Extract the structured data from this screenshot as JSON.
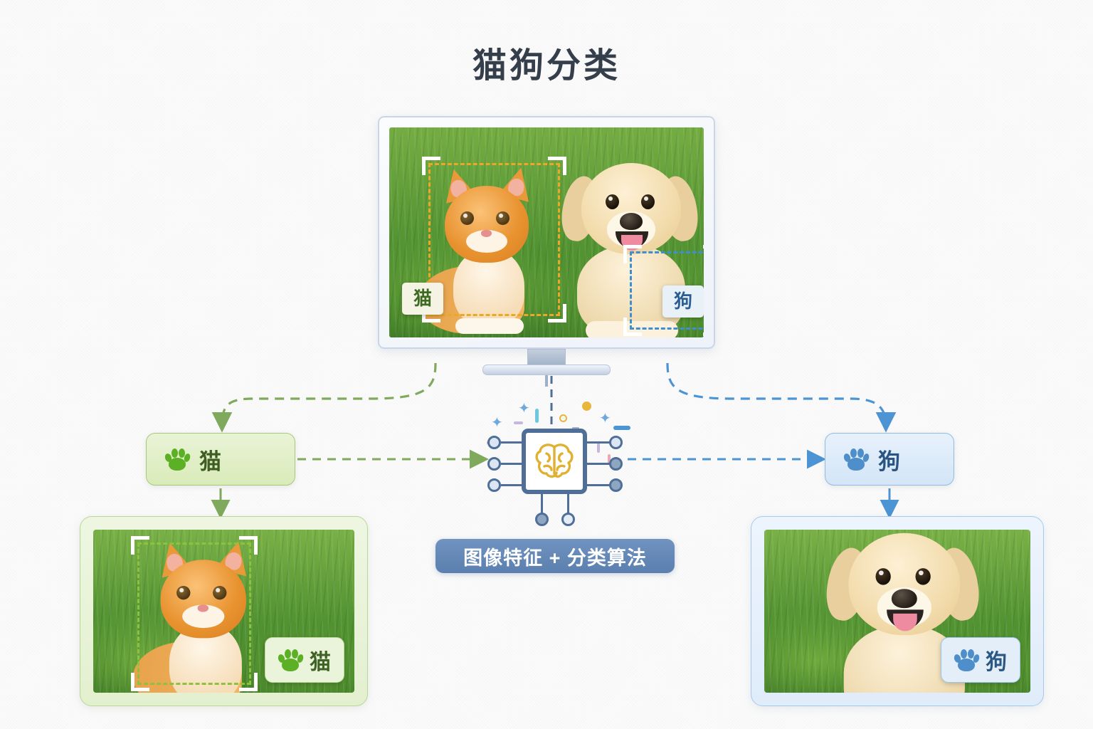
{
  "page": {
    "title": "猫狗分类",
    "background_color": "#fbfbfb"
  },
  "monitor": {
    "name": "display-monitor",
    "detections": [
      {
        "label": "猫",
        "box_color": "#e9a826",
        "label_bg": "#f4f3e4",
        "label_fg": "#3e6b22"
      },
      {
        "label": "狗",
        "box_color": "#3f8fd0",
        "label_bg": "#e9f1f8",
        "label_fg": "#2a5e93"
      }
    ]
  },
  "branches": {
    "cat": {
      "badge_label": "猫",
      "badge_icon": "paw-icon",
      "accent": "#5cb025",
      "card_label": "猫",
      "detection_box_color": "#8cc23d"
    },
    "dog": {
      "badge_label": "狗",
      "badge_icon": "paw-icon",
      "accent": "#4d8ecb",
      "card_label": "狗"
    }
  },
  "processor": {
    "icon": "brain-chip-icon",
    "caption": "图像特征 + 分类算法",
    "caption_bg": "#5b7fae",
    "chip_border": "#4f6f99",
    "brain_color": "#e0b030"
  },
  "flow": {
    "cat_arrow_color": "#7fa95c",
    "dog_arrow_color": "#4d94d4"
  }
}
